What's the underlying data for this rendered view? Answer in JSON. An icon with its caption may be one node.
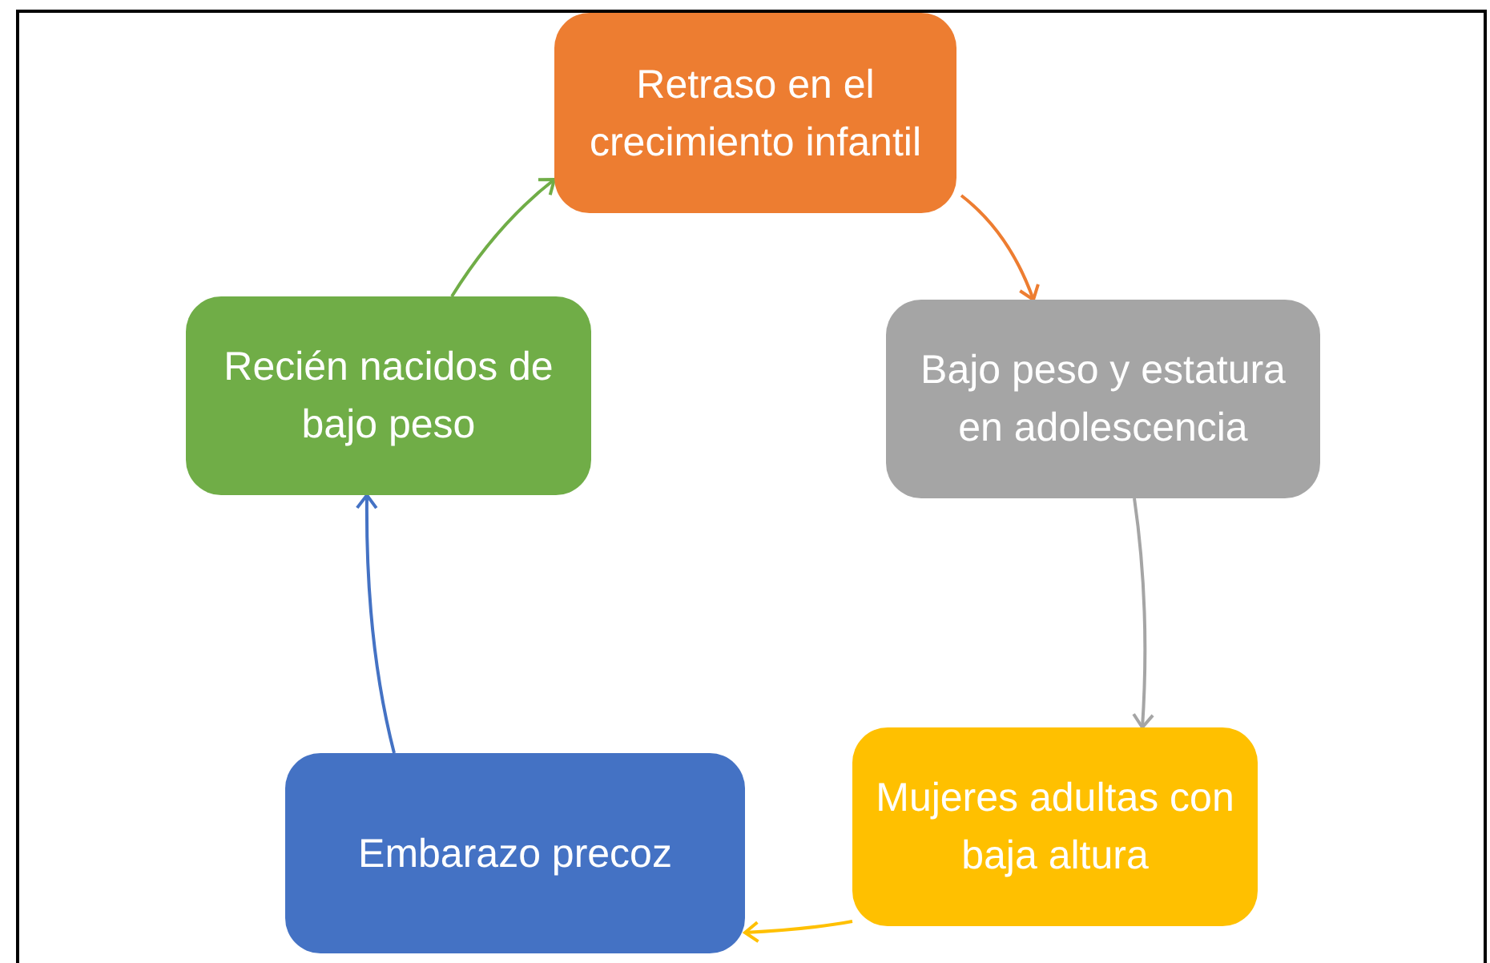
{
  "diagram": {
    "nodes": [
      {
        "text": [
          "Retraso en el crecimiento infantil"
        ]
      },
      {
        "text": [
          "Bajo peso y estatura en adolescencia"
        ]
      },
      {
        "text": [
          "Mujeres adultas con baja altura"
        ]
      },
      {
        "text": [
          "Embarazo precoz"
        ]
      },
      {
        "text": [
          "Recién nacidos de bajo peso"
        ]
      }
    ],
    "edges": [
      {
        "from": 0,
        "to": 1,
        "arrow": "to",
        "color": "#ed7d31"
      },
      {
        "from": 1,
        "to": 2,
        "arrow": "to",
        "color": "#a5a5a5"
      },
      {
        "from": 2,
        "to": 3,
        "arrow": "to",
        "color": "#ffc000"
      },
      {
        "from": 3,
        "to": 4,
        "arrow": "to",
        "color": "#4472c4"
      },
      {
        "from": 4,
        "to": 0,
        "arrow": "to",
        "color": "#70ad47"
      }
    ]
  }
}
